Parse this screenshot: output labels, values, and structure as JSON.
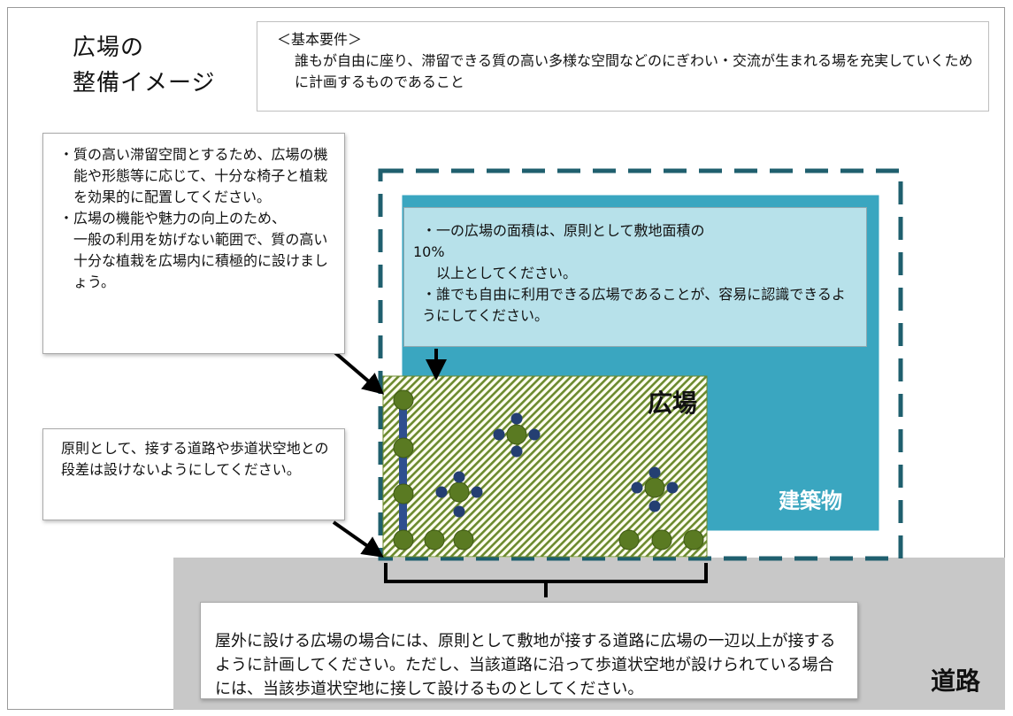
{
  "title": "広場の\n整備イメージ",
  "requirements": {
    "heading": "＜基本要件＞",
    "body": "誰もが自由に座り、滞留できる質の高い多様な空間などのにぎわい・交流が生まれる場を充実していくために計画するものであること"
  },
  "note_quality": {
    "line1": "・質の高い滞留空間とするため、広場の機能や形態等に応じて、十分な椅子と植栽を効果的に配置してください。",
    "line2": "・広場の機能や魅力の向上のため、",
    "line3": "一般の利用を妨げない範囲で、質の高い十分な植栽を広場内に積極的に設けましょう。"
  },
  "note_step": {
    "text": "原則として、接する道路や歩道状空地との段差は設けないようにしてください。"
  },
  "note_area": {
    "line1": "・一の広場の面積は、原則として敷地面積の",
    "line2": "10%",
    "line3": "以上としてください。",
    "line4": "・誰でも自由に利用できる広場であることが、容易に認識できるようにしてください。"
  },
  "note_road": {
    "text": "屋外に設ける広場の場合には、原則として敷地が接する道路に広場の一辺以上が接するように計画してください。ただし、当該道路に沿って歩道状空地が設けられている場合には、当該歩道状空地に接して設けるものとしてください。"
  },
  "labels": {
    "plaza": "広場",
    "building": "建築物",
    "road": "道路"
  },
  "colors": {
    "site_boundary": "#1f5f6e",
    "building": "#3aa6c0",
    "area_note_bg": "#b7e1ea",
    "road": "#c8c8c8",
    "hatch": "#6b8a2e",
    "shrub": "#5a7a22",
    "seat": "#243f72",
    "bench": "#2f4f8f"
  }
}
